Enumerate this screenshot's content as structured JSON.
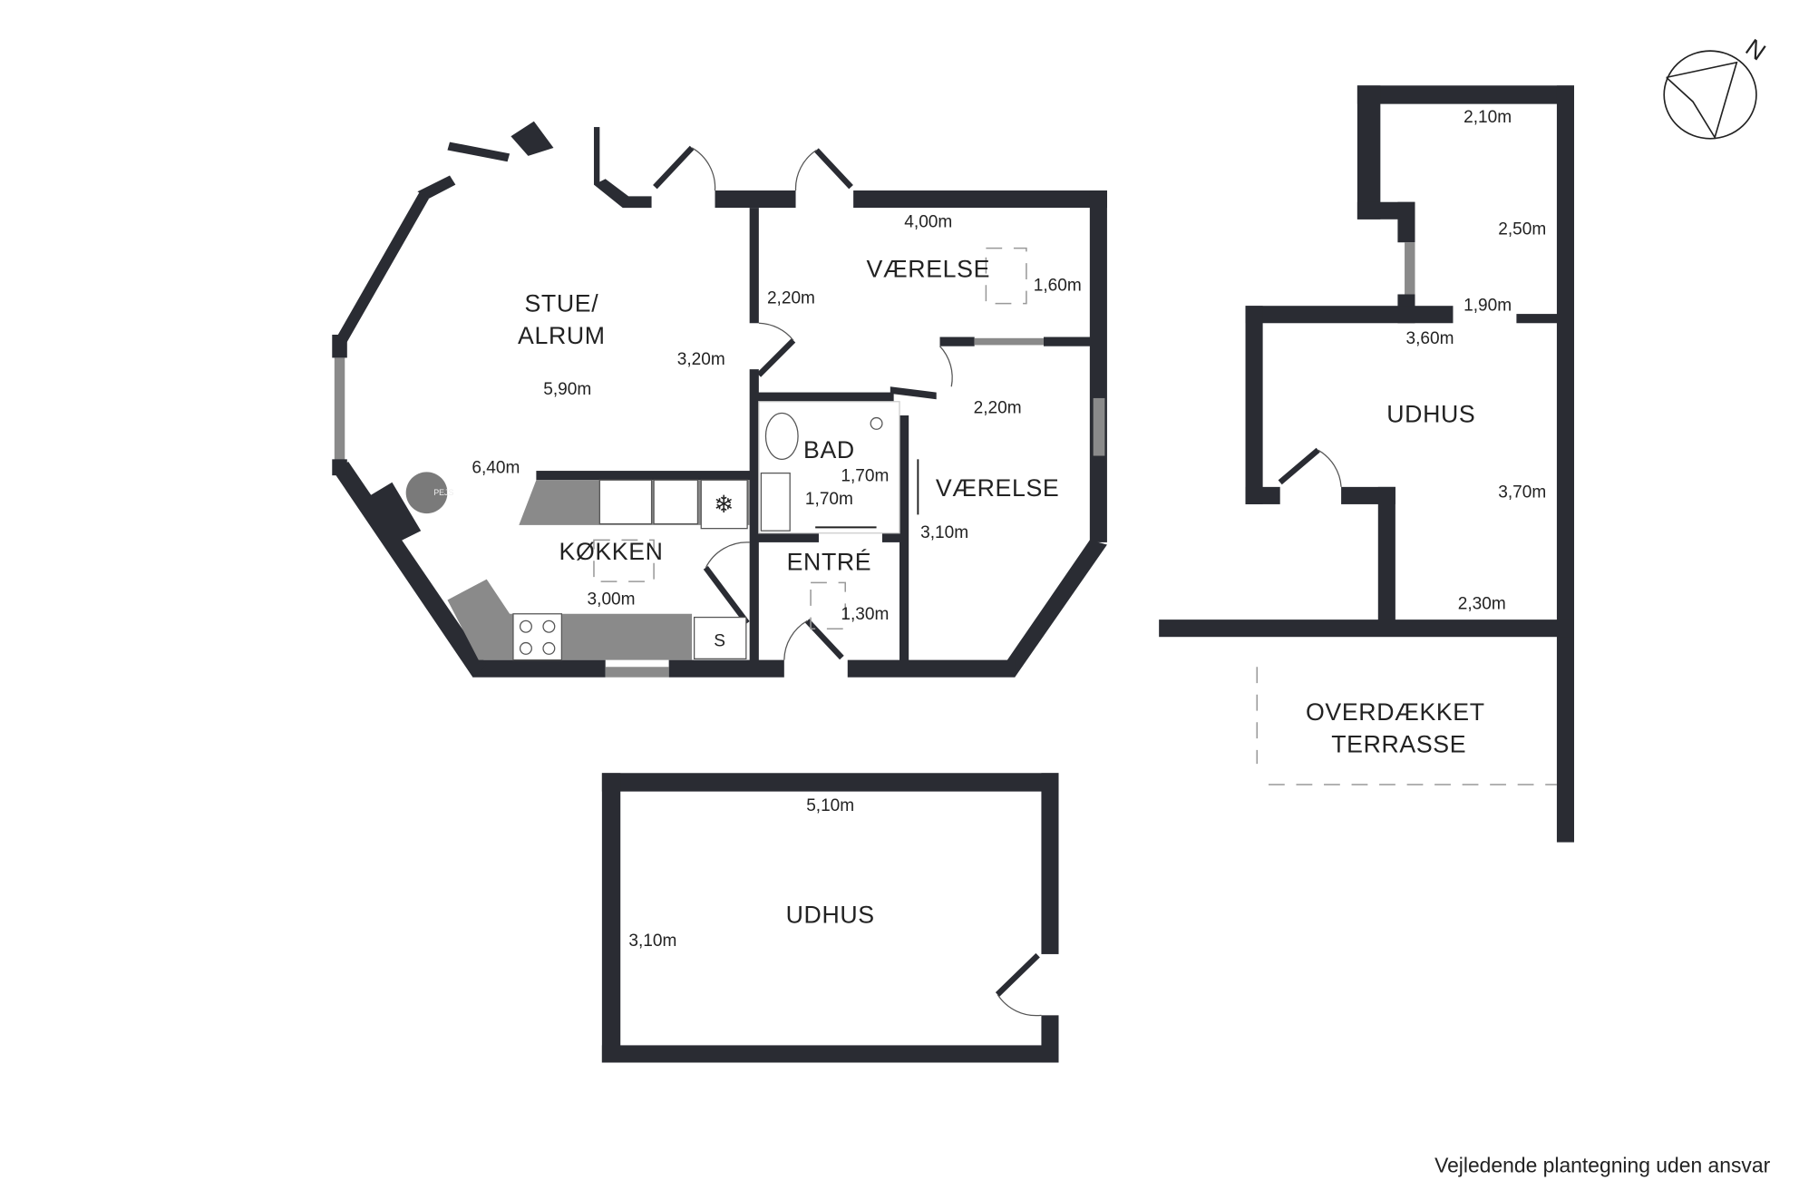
{
  "rooms": {
    "stue": [
      "STUE/",
      "ALRUM"
    ],
    "vaerelse1": "VÆRELSE",
    "vaerelse2": "VÆRELSE",
    "bad": "BAD",
    "koekken": "KØKKEN",
    "entre": "ENTRÉ",
    "udhus_right": "UDHUS",
    "udhus_bottom": "UDHUS",
    "terrasse": [
      "OVERDÆKKET",
      "TERRASSE"
    ],
    "pejs": "PEJS",
    "skab": "S"
  },
  "dimensions": {
    "stue_a": "3,20m",
    "stue_b": "5,90m",
    "stue_c": "6,40m",
    "v1_a": "4,00m",
    "v1_b": "1,60m",
    "v1_c": "2,20m",
    "v2_a": "2,20m",
    "v2_b": "3,10m",
    "bad_a": "1,70m",
    "bad_b": "1,70m",
    "koekken": "3,00m",
    "entre": "1,30m",
    "ur_a": "2,10m",
    "ur_b": "2,50m",
    "ur_c": "1,90m",
    "ur_d": "3,60m",
    "ur_e": "3,70m",
    "ur_f": "2,30m",
    "ub_a": "5,10m",
    "ub_b": "3,10m"
  },
  "compass": {
    "north": "N"
  },
  "footnote": "Vejledende plantegning uden ansvar",
  "colors": {
    "wall": "#2a2c33",
    "counter": "#8a8a8a"
  }
}
